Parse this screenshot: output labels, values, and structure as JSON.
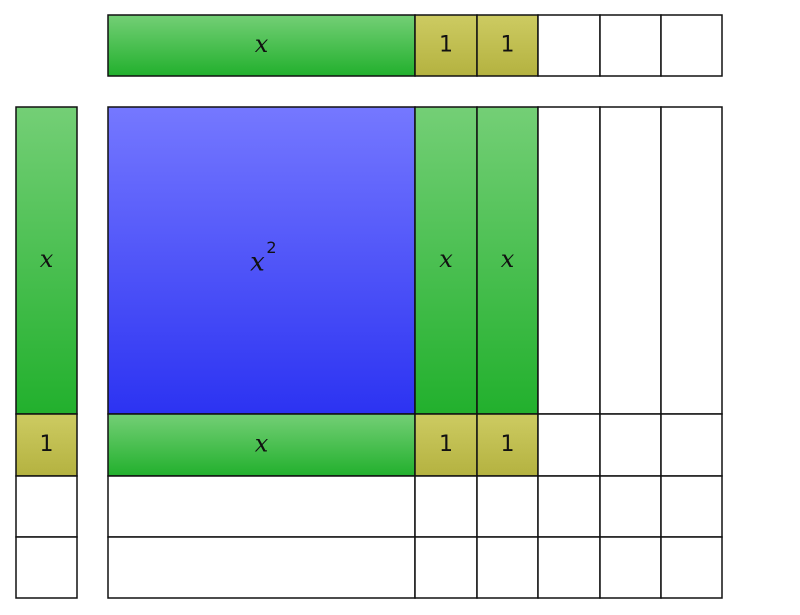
{
  "labels": {
    "x": "x",
    "one": "1",
    "x_squared_base": "x",
    "x_squared_exp": "2"
  },
  "colors": {
    "x_tile_top": "#74cf76",
    "x_tile_bottom": "#22b02d",
    "unit_tile_top": "#cdcb62",
    "unit_tile_bottom": "#b4b240",
    "x2_tile_top": "#7578ff",
    "x2_tile_bottom": "#2c33f2",
    "empty_tile": "#ffffff",
    "outline": "#111111"
  },
  "factor_top": {
    "tiles": [
      "x",
      "1",
      "1",
      "empty",
      "empty",
      "empty"
    ]
  },
  "factor_left": {
    "tiles": [
      "x",
      "1",
      "empty",
      "empty"
    ]
  },
  "product_grid": {
    "rows": [
      [
        "x2",
        "x",
        "x",
        "empty",
        "empty",
        "empty"
      ],
      [
        "x",
        "1",
        "1",
        "empty",
        "empty",
        "empty"
      ],
      [
        "empty",
        "empty",
        "empty",
        "empty",
        "empty",
        "empty"
      ],
      [
        "empty",
        "empty",
        "empty",
        "empty",
        "empty",
        "empty"
      ]
    ]
  }
}
